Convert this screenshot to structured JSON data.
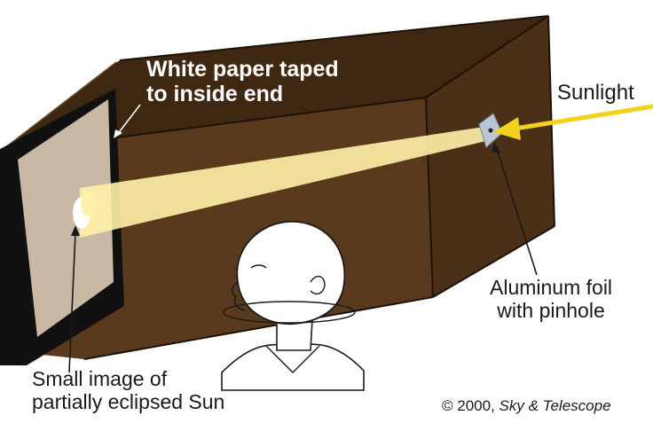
{
  "labels": {
    "paper_line1": "White paper taped",
    "paper_line2": "to inside end",
    "sunlight": "Sunlight",
    "foil_line1": "Aluminum foil",
    "foil_line2": "with pinhole",
    "image_line1": "Small image of",
    "image_line2": "partially eclipsed Sun",
    "credit_prefix": "© 2000,",
    "credit_publication": "Sky & Telescope"
  },
  "colors": {
    "box_front": "#5a3a1c",
    "box_top": "#3f2812",
    "box_side": "#4a3017",
    "interior": "#6b4824",
    "paper": "#c9b9a4",
    "beam": "#fff2a8",
    "sun_arrow": "#f2d21a",
    "foil": "#b9c6d6"
  },
  "icons": {
    "pinhole_foil": "foil-patch-icon",
    "head": "person-head-icon",
    "eclipsed_sun": "crescent-sun-icon"
  }
}
